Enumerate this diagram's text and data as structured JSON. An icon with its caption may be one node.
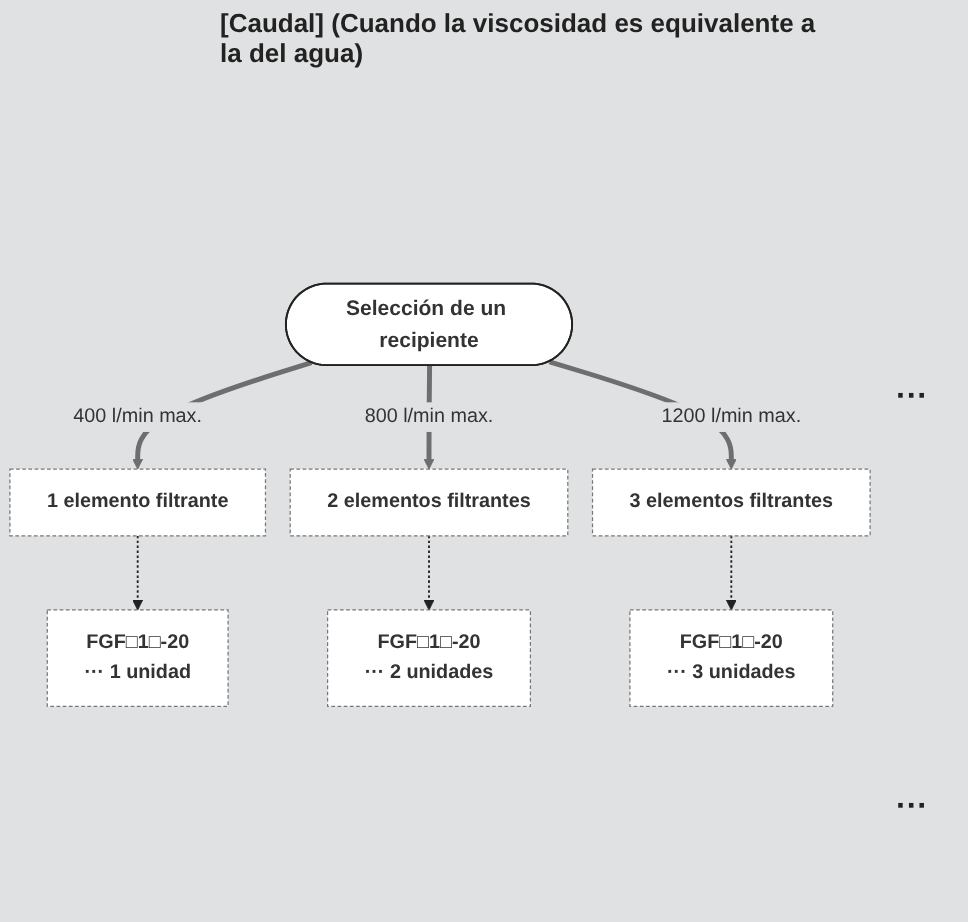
{
  "diagram": {
    "nodes": [
      {
        "text": [
          "Selección de un recipiente"
        ]
      },
      {
        "text": [
          "1 elemento filtrante"
        ]
      },
      {
        "text": [
          "2 elementos filtrantes"
        ]
      },
      {
        "text": [
          "3 elementos filtrantes"
        ]
      },
      {
        "text": [
          "FGF□1□-20",
          "··· 1 unidad"
        ]
      },
      {
        "text": [
          "FGF□1□-20",
          "··· 2 unidades"
        ]
      },
      {
        "text": [
          "FGF□1□-20",
          "··· 3 unidades"
        ]
      }
    ],
    "edges": [
      {
        "from": 0,
        "to": 1,
        "arrow": "to",
        "label": "400 l/min max.",
        "style": "thick",
        "color": "#6e6e6e"
      },
      {
        "from": 0,
        "to": 2,
        "arrow": "to",
        "label": "800 l/min max.",
        "style": "thick",
        "color": "#6e6e6e"
      },
      {
        "from": 0,
        "to": 3,
        "arrow": "to",
        "label": "1200 l/min max.",
        "style": "thick",
        "color": "#6e6e6e"
      },
      {
        "from": 1,
        "to": 4,
        "arrow": "to",
        "style": "dashed"
      },
      {
        "from": 2,
        "to": 5,
        "arrow": "to",
        "style": "dashed"
      },
      {
        "from": 3,
        "to": 6,
        "arrow": "to",
        "style": "dashed"
      }
    ],
    "labels": [
      "[Caudal] (Cuando la viscosidad es equivalente a la del agua)",
      "···",
      "···"
    ]
  }
}
